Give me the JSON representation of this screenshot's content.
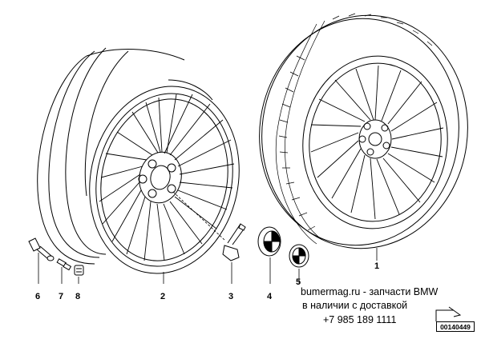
{
  "part_labels": {
    "p1": "1",
    "p2": "2",
    "p3": "3",
    "p4": "4",
    "p5": "5",
    "p6": "6",
    "p7": "7",
    "p8": "8"
  },
  "watermark": {
    "line1": "bumermag.ru - запчасти BMW",
    "line2": "в наличии с доставкой",
    "line3": "+7 985 189 1111"
  },
  "diagram_code": "00140449",
  "colors": {
    "ink": "#000000",
    "paper": "#ffffff"
  }
}
